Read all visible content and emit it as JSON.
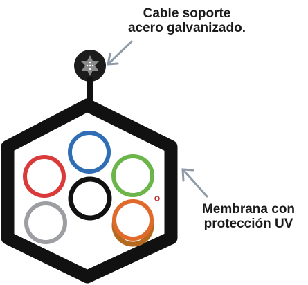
{
  "labels": {
    "steel_cable": {
      "line1": "Cable soporte",
      "line2": "acero galvanizado."
    },
    "uv_membrane": {
      "line1": "Membrana con",
      "line2": "protección UV"
    }
  },
  "colors": {
    "sheath": "#111111",
    "messenger_wire": "#1c1c1c",
    "strands": "#8a8a8a",
    "arrow": "#8e9aa6",
    "tube_blue": "#2f6db5",
    "tube_green": "#6bb54a",
    "tube_red": "#d93a3a",
    "tube_gray": "#9c9ea2",
    "tube_orange": "#e06a2c",
    "tube_orange_shadow": "#b4691f",
    "tube_black": "#111111",
    "marker_red": "#c0282d"
  },
  "icons": {
    "arrow_top": "arrow-icon",
    "arrow_right": "arrow-icon"
  }
}
